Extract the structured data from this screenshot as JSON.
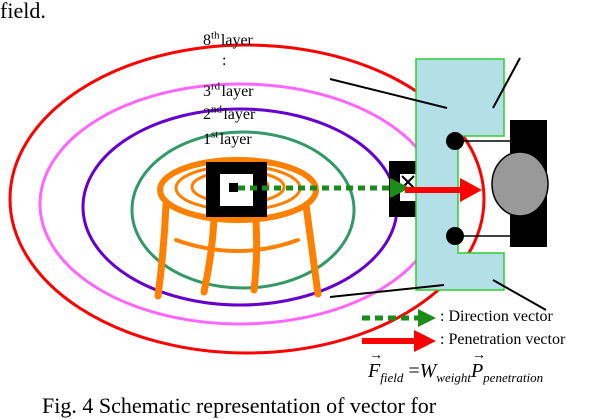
{
  "header_fragment": "field.",
  "layers": [
    {
      "num": "8",
      "sup": "th",
      "word": "layer"
    },
    {
      "num": "3",
      "sup": "rd",
      "word": "layer"
    },
    {
      "num": "2",
      "sup": "nd",
      "word": "layer"
    },
    {
      "num": "1",
      "sup": "st",
      "word": "layer"
    }
  ],
  "ellipsis": ":",
  "legend": {
    "direction": ": Direction vector",
    "penetration": ": Penetration vector"
  },
  "equation": {
    "F": "F",
    "F_sub": "field",
    "eq": "=",
    "W": "W",
    "W_sub": "weight",
    "P": "P",
    "P_sub": "penetration"
  },
  "caption_fragment": "Fig. 4 Schematic representation of vector for",
  "colors": {
    "layer8": "#ff0000",
    "layer3": "#ff66ff",
    "layer2": "#6600cc",
    "layer1": "#339966",
    "stool": "#ff8000",
    "direction_arrow": "#1a8c1a",
    "penetration_arrow": "#ff0000",
    "robot_body": "#b3e0e6",
    "robot_body_border": "#33cc33",
    "robot_head": "#999999"
  },
  "icons": [
    "stool-obstacle-icon",
    "robot-icon",
    "sensor-marker-icon",
    "field-marker-icon"
  ]
}
